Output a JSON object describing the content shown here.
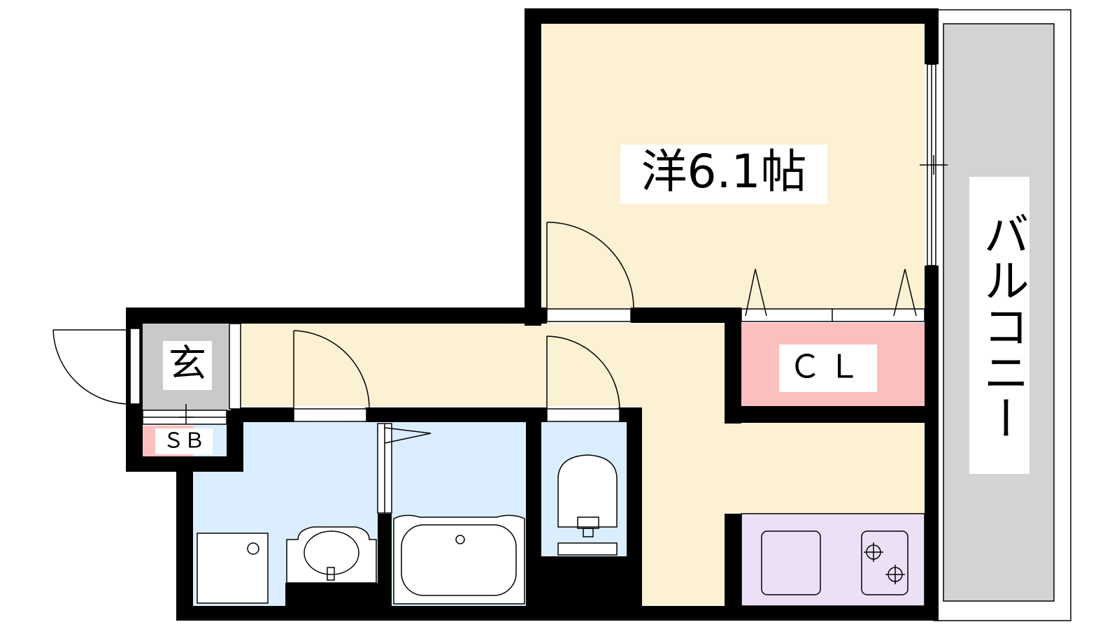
{
  "rooms": {
    "western": {
      "label": "洋6.1帖"
    },
    "closet": {
      "label": "ＣＬ"
    },
    "entrance": {
      "label": "玄"
    },
    "shoebox": {
      "label": "ＳＢ"
    },
    "balcony": {
      "label": "バルコニー"
    }
  },
  "colors": {
    "floor": "#fdf1d3",
    "closet": "#fbbfc0",
    "wet": "#dbeeff",
    "kitchen": "#ece0f7",
    "entrance": "#c9c9c9",
    "balcony": "#d3d3d3",
    "wall": "#000000"
  }
}
